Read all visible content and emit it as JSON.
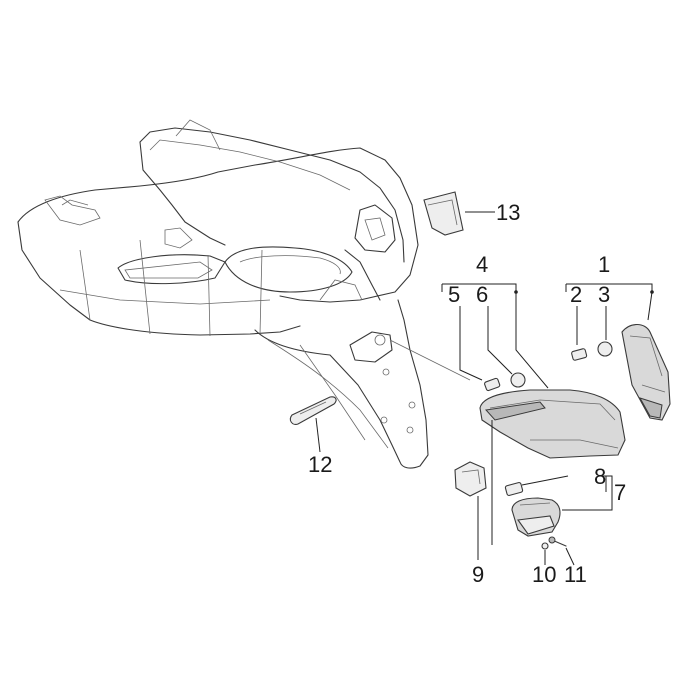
{
  "callouts": {
    "c1": "1",
    "c2": "2",
    "c3": "3",
    "c4": "4",
    "c5": "5",
    "c6": "6",
    "c7": "7",
    "c8": "8",
    "c9": "9",
    "c10": "10",
    "c11": "11",
    "c12": "12",
    "c13": "13"
  },
  "colors": {
    "line": "#3a3a3a",
    "lens_fill": "#d9d9d9",
    "background": "#ffffff"
  }
}
